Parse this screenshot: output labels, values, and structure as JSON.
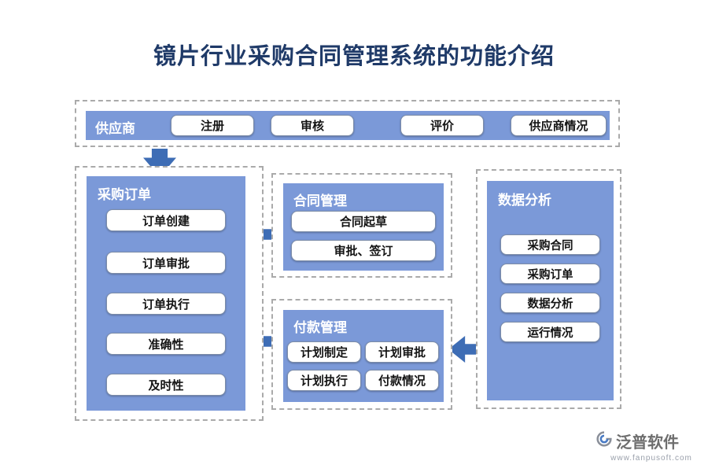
{
  "title": "镜片行业采购合同管理系统的功能介绍",
  "supplier": {
    "label": "供应商",
    "buttons": [
      "注册",
      "审核",
      "评价",
      "供应商情况"
    ]
  },
  "purchase_order": {
    "title": "采购订单",
    "buttons": [
      "订单创建",
      "订单审批",
      "订单执行",
      "准确性",
      "及时性"
    ]
  },
  "contract": {
    "title": "合同管理",
    "buttons": [
      "合同起草",
      "审批、签订"
    ]
  },
  "payment": {
    "title": "付款管理",
    "buttons": [
      "计划制定",
      "计划审批",
      "计划执行",
      "付款情况"
    ]
  },
  "analysis": {
    "title": "数据分析",
    "buttons": [
      "采购合同",
      "采购订单",
      "数据分析",
      "运行情况"
    ]
  },
  "footer": {
    "brand": "泛普软件",
    "website": "www.fanpusoft.com"
  },
  "colors": {
    "panel": "#7B99D8",
    "arrow": "#3E6DB5",
    "title": "#1F3A68"
  }
}
